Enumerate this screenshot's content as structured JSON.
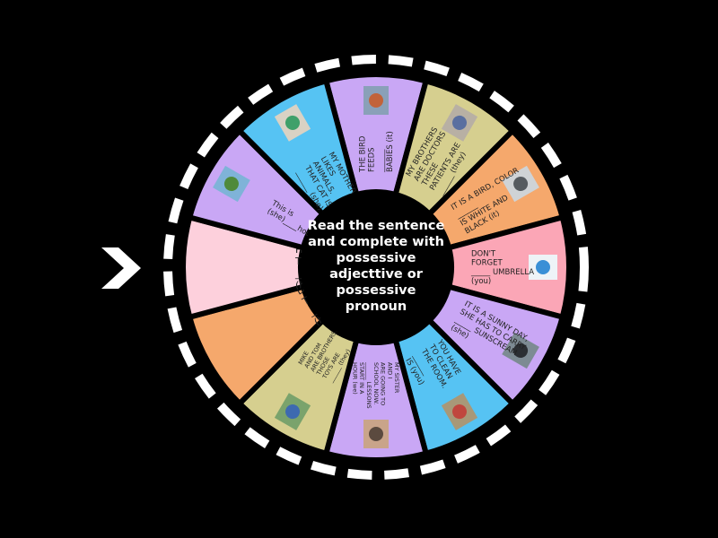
{
  "wheel": {
    "center_text": "Read the sentence and complete with possessive adjecttive or possessive pronoun",
    "rim_color": "#ffffff",
    "hub_color": "#000000",
    "pointer_icon": "chevron-right-icon",
    "segments": [
      {
        "lines": [
          "THE BIRD",
          "FEEDS",
          "______",
          "BABIES (it)"
        ],
        "color": "#c9a7f5",
        "image": "bird-photo"
      },
      {
        "lines": [
          "MY BROTHERS",
          "ARE DOCTORS",
          "THESE",
          "PATIENTS ARE",
          "______ (they)"
        ],
        "color": "#d6cf8f",
        "image": "patients-photo"
      },
      {
        "lines": [
          "IT IS A BIRD, COLOR",
          "______",
          "IS WHITE AND",
          "BLACK (it)"
        ],
        "color": "#f5a86c",
        "image": "seagull-photo"
      },
      {
        "lines": [
          "DON'T",
          "FORGET",
          "_____ UMBRELLA",
          "(you)"
        ],
        "color": "#fba6b6",
        "image": "umbrella-photo"
      },
      {
        "lines": [
          "IT IS A SUNNY DAY,",
          "SHE HAS TO CARRY",
          "_____ SUNSCREAM",
          "(she)"
        ],
        "color": "#c9a7f5",
        "image": "sunscreen-photo"
      },
      {
        "lines": [
          "YOU HAVE",
          "TO CLEAN",
          "THE ROOM.",
          "______",
          "IS (you)"
        ],
        "color": "#56c3f3",
        "image": "messy-room-photo"
      },
      {
        "lines": [
          "MY SISTER",
          "AND I",
          "ARE GOING TO",
          "SCHOOL NOW.",
          "______ LESSONS",
          "START IN A",
          "HOUR (we)"
        ],
        "color": "#c9a7f5",
        "image": "school-photo"
      },
      {
        "lines": [
          "MIKE",
          "AND TOM",
          "ARE BROTHERS.",
          "THOSE",
          "TOYS ARE",
          "______ (they)"
        ],
        "color": "#d6cf8f",
        "image": "toys-photo"
      },
      {
        "lines": [
          "DON'T",
          "TAKE IT. IT IS",
          "_______",
          "(he)"
        ],
        "color": "#f5a86c",
        "image": ""
      },
      {
        "lines": [
          "HE LIKES",
          "TO LIVE WITH",
          "_______PARENTS",
          "(he)"
        ],
        "color": "#fdd0dc",
        "image": ""
      },
      {
        "lines": [
          "This is",
          "(she)____house"
        ],
        "color": "#c9a7f5",
        "image": "house-photo"
      },
      {
        "lines": [
          "MY MOTHER",
          "LIKES",
          "ANIMALS.",
          "THAT CAT IS",
          "______ (she)"
        ],
        "color": "#56c3f3",
        "image": "woman-cat-photo"
      }
    ]
  }
}
